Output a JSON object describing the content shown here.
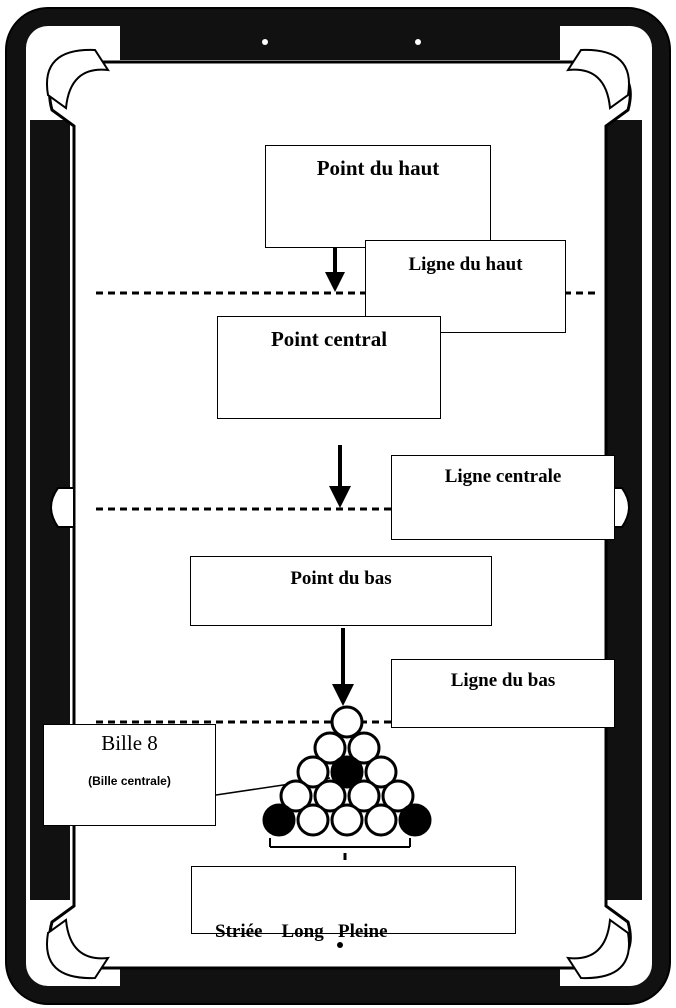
{
  "labels": {
    "top_spot": "Point du haut",
    "top_line": "Ligne du haut",
    "center_spot": "Point central",
    "center_line": "Ligne centrale",
    "bottom_spot": "Point du bas",
    "bottom_line": "Ligne du bas",
    "ball8_title": "Bille 8",
    "ball8_sub": "(Bille centrale)",
    "ball_types": "Striée    Long   Pleine"
  },
  "colors": {
    "ink": "#000000",
    "felt": "#ffffff",
    "cushion": "#111111"
  },
  "rack": {
    "rows": [
      1,
      2,
      3,
      4,
      5
    ],
    "dark_balls": [
      "row3-center",
      "row5-left",
      "row5-right"
    ]
  }
}
